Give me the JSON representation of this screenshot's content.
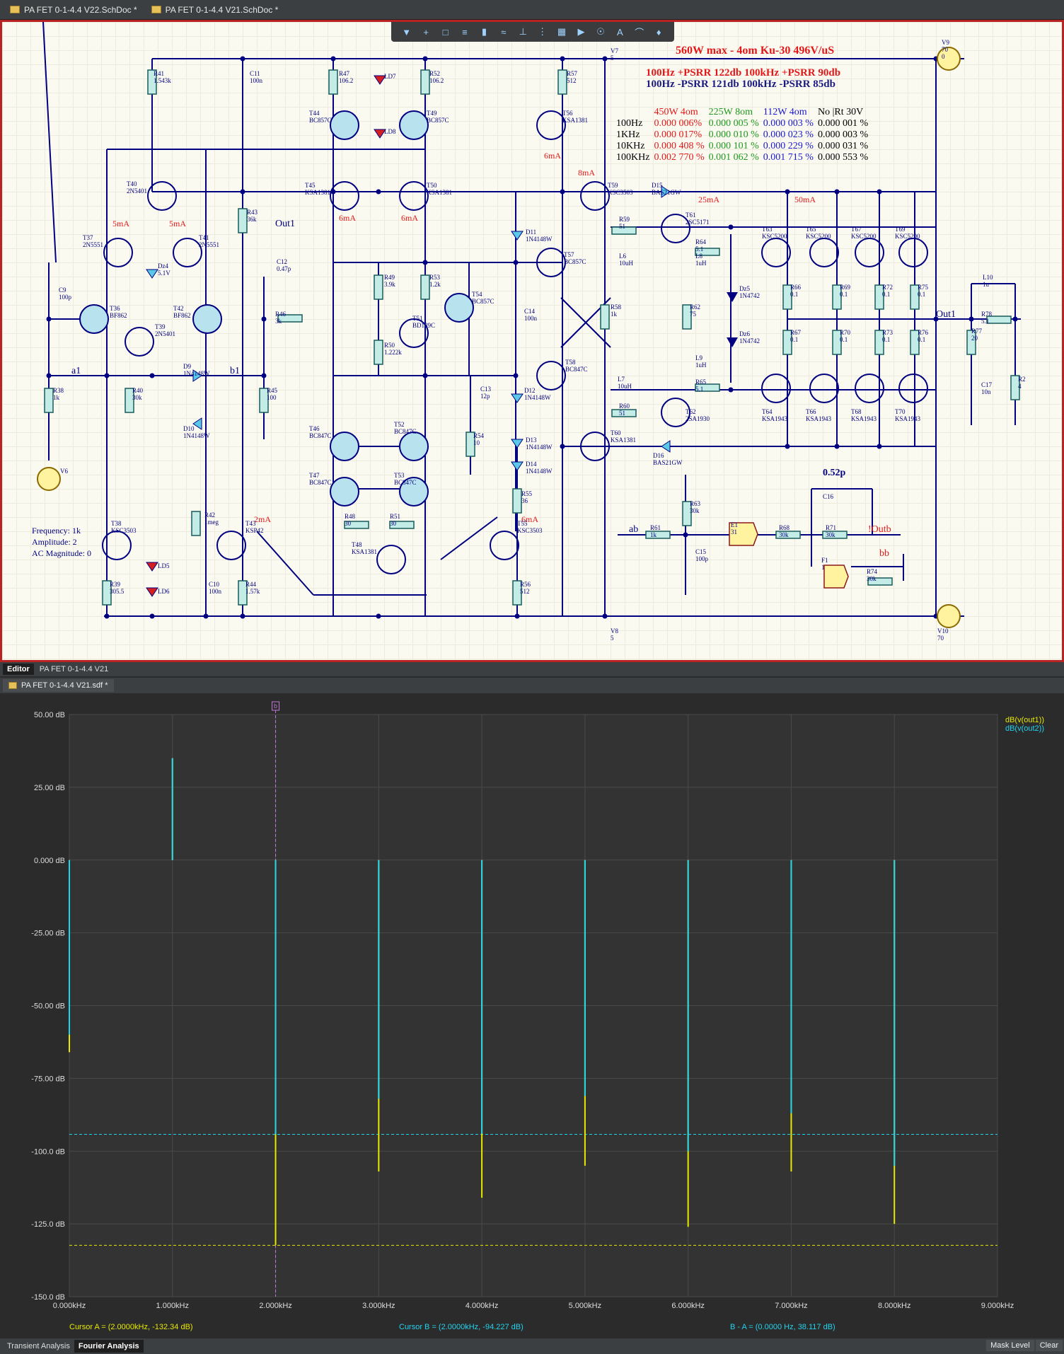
{
  "doc_tabs": [
    {
      "label": "PA FET 0-1-4.4 V22.SchDoc *"
    },
    {
      "label": "PA FET 0-1-4.4 V21.SchDoc *"
    }
  ],
  "schematic": {
    "title": "560W max - 4om  Ku-30  496V/uS",
    "psrr_pos": "100Hz  +PSRR  122db  100kHz  +PSRR  90db",
    "psrr_neg": "100Hz  -PSRR  121db  100kHz  -PSRR  85db",
    "thd_headers": [
      "",
      "450W 4om",
      "225W 8om",
      "112W 4om",
      "No |Rt 30V"
    ],
    "thd_rows": [
      [
        "100Hz",
        "0.000 006%",
        "0.000 005 %",
        "0.000 003 %",
        "0.000 001 %"
      ],
      [
        "1KHz",
        "0.000 017%",
        "0.000 010 %",
        "0.000 023 %",
        "0.000 003 %"
      ],
      [
        "10KHz",
        "0.000 408 %",
        "0.000 101 %",
        "0.000 229 %",
        "0.000 031 %"
      ],
      [
        "100KHz",
        "0.002 770 %",
        "0.001 062 %",
        "0.001 715 %",
        "0.000 553 %"
      ]
    ],
    "thd_colors": [
      "#000000",
      "#e31919",
      "#1f9a1f",
      "#1a1acc",
      "#000000"
    ],
    "source_params": [
      "Frequency: 1k",
      "Amplitude: 2",
      "AC Magnitude: 0"
    ],
    "net_labels": [
      "Out1",
      "a1",
      "b1",
      "ab",
      "!Outb",
      "bb",
      "Out1",
      "0.52p"
    ],
    "currents": [
      "5mA",
      "5mA",
      "6mA",
      "6mA",
      "6mA",
      "8mA",
      "25mA",
      "50mA",
      "2mA",
      "6mA"
    ],
    "parts": [
      "R41\n1.543k",
      "C11\n100n",
      "R47\n106.2",
      "LD7",
      "R52\n106.2",
      "R57\n512",
      "V7\n5",
      "V9\n70\n0",
      "T44\nBC857C",
      "T49\nBC857C",
      "LD8",
      "T56\nKSA1381",
      "T40\n2N5401",
      "T45\nKSA1381",
      "T50\nKSA1381",
      "T59\nKSC3503",
      "D15\nBAS21GW",
      "R43\n36k",
      "T37\n2N5551",
      "T41\n2N5551",
      "D11\n1N4148W",
      "T61\n2SC5171",
      "T63\nKSC5200",
      "T65\nKSC5200",
      "T67\nKSC5200",
      "T69\nKSC5200",
      "R59\n51",
      "Dz4\n5.1V",
      "C12\n0.47p",
      "R49\n3.9k",
      "R53\n1.2k",
      "T54\nBC857C",
      "T57\nBC857C",
      "L6\n10uH",
      "R64\n5.1",
      "L8\n1uH",
      "Dz5\n1N4742",
      "L10\n1u",
      "C9\n100p",
      "T36\nBF862",
      "T42\nBF862",
      "T39\n2N5401",
      "R46\n3k",
      "T51\nBD139C",
      "C14\n100n",
      "R58\n1k",
      "R62\n75",
      "R66\n0.1",
      "R69\n0.1",
      "R72\n0.1",
      "R75\n0.1",
      "R78\n5.1",
      "R50\n1.222k",
      "Dz6\n1N4742",
      "R67\n0.1",
      "R70\n0.1",
      "R73\n0.1",
      "R76\n0.1",
      "R77\n20",
      "D9\n1N4148W",
      "R38\n1k",
      "R40\n30k",
      "R45\n100",
      "T58\nBC847C",
      "L7\n10uH",
      "L9\n1uH",
      "R65\n5.1",
      "C17\n10n",
      "R2\n4",
      "D12\n1N4148W",
      "C13\n12p",
      "R60\n51",
      "T62\n2SA1930",
      "T64\nKSA1943",
      "T66\nKSA1943",
      "T68\nKSA1943",
      "T70\nKSA1943",
      "D10\n1N4148W",
      "T46\nBC847C",
      "T52\nBC847C",
      "R54\n10",
      "T60\nKSA1381",
      "D16\nBAS21GW",
      "D13\n1N4148W",
      "D14\n1N4148W",
      "V6",
      "T47\nBC847C",
      "T53\nBC847C",
      "R55\n36",
      "R63\n30k",
      "C16",
      "R42\n1meg",
      "R48\n30",
      "R51\n30",
      "T38\nKSC3503",
      "T43\nKSP42",
      "T48\nKSA1381",
      "T55\nKSC3503",
      "R61\n1k",
      "E1\n31",
      "R68\n30k",
      "R71\n30k",
      "C15\n100p",
      "F1\n1",
      "R74\n30k",
      "LD5",
      "LD6",
      "C10\n100n",
      "R39\n305.5",
      "R44\n1.57k",
      "R56\n512",
      "V8\n5",
      "V10\n70"
    ]
  },
  "panel_tabs": [
    {
      "label": "Editor"
    },
    {
      "label": "PA FET 0-1-4.4 V21"
    }
  ],
  "sim_tab": {
    "label": "PA FET 0-1-4.4 V21.sdf *"
  },
  "plot": {
    "legend": [
      {
        "label": "dB(v(out1))",
        "color": "#e8e800"
      },
      {
        "label": "dB(v(out2))",
        "color": "#22d3ee"
      }
    ],
    "cursor_a": "Cursor A = (2.0000kHz, -132.34 dB)",
    "cursor_b": "Cursor B = (2.0000kHz, -94.227 dB)",
    "cursor_delta": "B - A = (0.0000 Hz, 38.117 dB)",
    "cursor_marker": "b"
  },
  "chart_data": {
    "type": "bar",
    "xlabel": "",
    "ylabel": "",
    "x_ticks": [
      "0.000kHz",
      "1.000kHz",
      "2.000kHz",
      "3.000kHz",
      "4.000kHz",
      "5.000kHz",
      "6.000kHz",
      "7.000kHz",
      "8.000kHz",
      "9.000kHz"
    ],
    "y_ticks": [
      "50.00 dB",
      "25.00 dB",
      "0.000 dB",
      "-25.00 dB",
      "-50.00 dB",
      "-75.00 dB",
      "-100.0 dB",
      "-125.0 dB",
      "-150.0 dB"
    ],
    "xlim": [
      0,
      9
    ],
    "ylim": [
      -150,
      50
    ],
    "series": [
      {
        "name": "dB(v(out1))",
        "color": "#e8e800",
        "x": [
          0,
          1,
          2,
          3,
          4,
          5,
          6,
          7,
          8
        ],
        "values": [
          -66,
          35,
          -132.3,
          -107,
          -116,
          -105,
          -126,
          -107,
          -125
        ]
      },
      {
        "name": "dB(v(out2))",
        "color": "#22d3ee",
        "x": [
          0,
          1,
          2,
          3,
          4,
          5,
          6,
          7,
          8
        ],
        "values": [
          -60,
          35,
          -94.2,
          -82,
          -94,
          -81,
          -100,
          -87,
          -105
        ]
      }
    ],
    "cursor_a": {
      "x": 2.0,
      "y": -132.34
    },
    "cursor_b": {
      "x": 2.0,
      "y": -94.227
    }
  },
  "bottom_tabs": [
    {
      "label": "Transient Analysis"
    },
    {
      "label": "Fourier Analysis"
    }
  ],
  "bottom_buttons": [
    {
      "label": "Mask Level"
    },
    {
      "label": "Clear"
    }
  ]
}
